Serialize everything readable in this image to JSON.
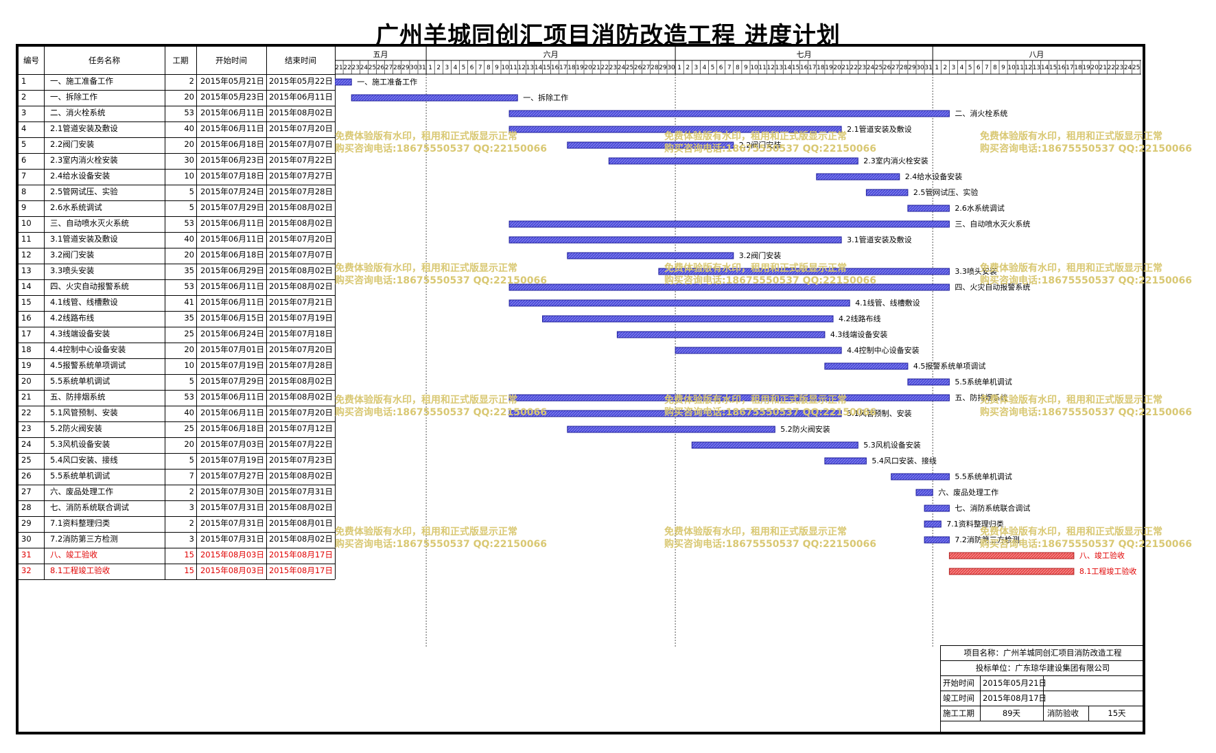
{
  "title": "广州羊城同创汇项目消防改造工程  进度计划",
  "columns": [
    "编号",
    "任务名称",
    "工期",
    "开始时间",
    "结束时间"
  ],
  "months": [
    "五月",
    "六月",
    "七月",
    "八月"
  ],
  "colors": {
    "bar": "#4b4bd8",
    "bar_milestone": "#e84848",
    "text_milestone": "#e00000",
    "watermark": "#d9c873"
  },
  "watermark": {
    "line1": "免费体验版有水印，租用和正式版显示正常",
    "line2": "购买咨询电话:18675550537 QQ:22150066"
  },
  "chart_data": {
    "type": "gantt",
    "x_axis": {
      "start": "2015-05-21",
      "end": "2015-08-25",
      "months": [
        "五月",
        "六月",
        "七月",
        "八月"
      ]
    },
    "tasks": [
      {
        "id": "1",
        "name": "一、施工准备工作",
        "duration": "2",
        "start": "2015年05月21日",
        "end": "2015年05月22日",
        "milestone": false
      },
      {
        "id": "2",
        "name": "一、拆除工作",
        "duration": "20",
        "start": "2015年05月23日",
        "end": "2015年06月11日",
        "milestone": false
      },
      {
        "id": "3",
        "name": "二、消火栓系统",
        "duration": "53",
        "start": "2015年06月11日",
        "end": "2015年08月02日",
        "milestone": false
      },
      {
        "id": "4",
        "name": "2.1管道安装及敷设",
        "duration": "40",
        "start": "2015年06月11日",
        "end": "2015年07月20日",
        "milestone": false
      },
      {
        "id": "5",
        "name": "2.2阀门安装",
        "duration": "20",
        "start": "2015年06月18日",
        "end": "2015年07月07日",
        "milestone": false
      },
      {
        "id": "6",
        "name": "2.3室内消火栓安装",
        "duration": "30",
        "start": "2015年06月23日",
        "end": "2015年07月22日",
        "milestone": false
      },
      {
        "id": "7",
        "name": "2.4给水设备安装",
        "duration": "10",
        "start": "2015年07月18日",
        "end": "2015年07月27日",
        "milestone": false
      },
      {
        "id": "8",
        "name": "2.5管网试压、实验",
        "duration": "5",
        "start": "2015年07月24日",
        "end": "2015年07月28日",
        "milestone": false
      },
      {
        "id": "9",
        "name": "2.6水系统调试",
        "duration": "5",
        "start": "2015年07月29日",
        "end": "2015年08月02日",
        "milestone": false
      },
      {
        "id": "10",
        "name": "三、自动喷水灭火系统",
        "duration": "53",
        "start": "2015年06月11日",
        "end": "2015年08月02日",
        "milestone": false
      },
      {
        "id": "11",
        "name": "3.1管道安装及敷设",
        "duration": "40",
        "start": "2015年06月11日",
        "end": "2015年07月20日",
        "milestone": false
      },
      {
        "id": "12",
        "name": "3.2阀门安装",
        "duration": "20",
        "start": "2015年06月18日",
        "end": "2015年07月07日",
        "milestone": false
      },
      {
        "id": "13",
        "name": "3.3喷头安装",
        "duration": "35",
        "start": "2015年06月29日",
        "end": "2015年08月02日",
        "milestone": false
      },
      {
        "id": "14",
        "name": "四、火灾自动报警系统",
        "duration": "53",
        "start": "2015年06月11日",
        "end": "2015年08月02日",
        "milestone": false
      },
      {
        "id": "15",
        "name": "4.1线管、线槽敷设",
        "duration": "41",
        "start": "2015年06月11日",
        "end": "2015年07月21日",
        "milestone": false
      },
      {
        "id": "16",
        "name": "4.2线路布线",
        "duration": "35",
        "start": "2015年06月15日",
        "end": "2015年07月19日",
        "milestone": false
      },
      {
        "id": "17",
        "name": "4.3线端设备安装",
        "duration": "25",
        "start": "2015年06月24日",
        "end": "2015年07月18日",
        "milestone": false
      },
      {
        "id": "18",
        "name": "4.4控制中心设备安装",
        "duration": "20",
        "start": "2015年07月01日",
        "end": "2015年07月20日",
        "milestone": false
      },
      {
        "id": "19",
        "name": "4.5报警系统单项调试",
        "duration": "10",
        "start": "2015年07月19日",
        "end": "2015年07月28日",
        "milestone": false
      },
      {
        "id": "20",
        "name": "5.5系统单机调试",
        "duration": "5",
        "start": "2015年07月29日",
        "end": "2015年08月02日",
        "milestone": false
      },
      {
        "id": "21",
        "name": "五、防排烟系统",
        "duration": "53",
        "start": "2015年06月11日",
        "end": "2015年08月02日",
        "milestone": false
      },
      {
        "id": "22",
        "name": "5.1风管预制、安装",
        "duration": "40",
        "start": "2015年06月11日",
        "end": "2015年07月20日",
        "milestone": false
      },
      {
        "id": "23",
        "name": "5.2防火阀安装",
        "duration": "25",
        "start": "2015年06月18日",
        "end": "2015年07月12日",
        "milestone": false
      },
      {
        "id": "24",
        "name": "5.3风机设备安装",
        "duration": "20",
        "start": "2015年07月03日",
        "end": "2015年07月22日",
        "milestone": false
      },
      {
        "id": "25",
        "name": "5.4风口安装、接线",
        "duration": "5",
        "start": "2015年07月19日",
        "end": "2015年07月23日",
        "milestone": false
      },
      {
        "id": "26",
        "name": "5.5系统单机调试",
        "duration": "7",
        "start": "2015年07月27日",
        "end": "2015年08月02日",
        "milestone": false
      },
      {
        "id": "27",
        "name": "六、废品处理工作",
        "duration": "2",
        "start": "2015年07月30日",
        "end": "2015年07月31日",
        "milestone": false
      },
      {
        "id": "28",
        "name": "七、消防系统联合调试",
        "duration": "3",
        "start": "2015年07月31日",
        "end": "2015年08月02日",
        "milestone": false
      },
      {
        "id": "29",
        "name": "7.1资料整理归类",
        "duration": "2",
        "start": "2015年07月31日",
        "end": "2015年08月01日",
        "milestone": false
      },
      {
        "id": "30",
        "name": "7.2消防第三方检测",
        "duration": "3",
        "start": "2015年07月31日",
        "end": "2015年08月02日",
        "milestone": false
      },
      {
        "id": "31",
        "name": "八、竣工验收",
        "duration": "15",
        "start": "2015年08月03日",
        "end": "2015年08月17日",
        "milestone": true
      },
      {
        "id": "32",
        "name": "8.1工程竣工验收",
        "duration": "15",
        "start": "2015年08月03日",
        "end": "2015年08月17日",
        "milestone": true
      }
    ]
  },
  "info": {
    "project": "项目名称：广州羊城同创汇项目消防改造工程",
    "bidder": "投标单位：广东琼华建设集团有限公司",
    "start_label": "开始时间",
    "start_value": "2015年05月21日",
    "end_label": "竣工时间",
    "end_value": "2015年08月17日",
    "duration_label": "施工工期",
    "duration_value": "89天",
    "acceptance_label": "消防验收",
    "acceptance_value": "15天"
  }
}
